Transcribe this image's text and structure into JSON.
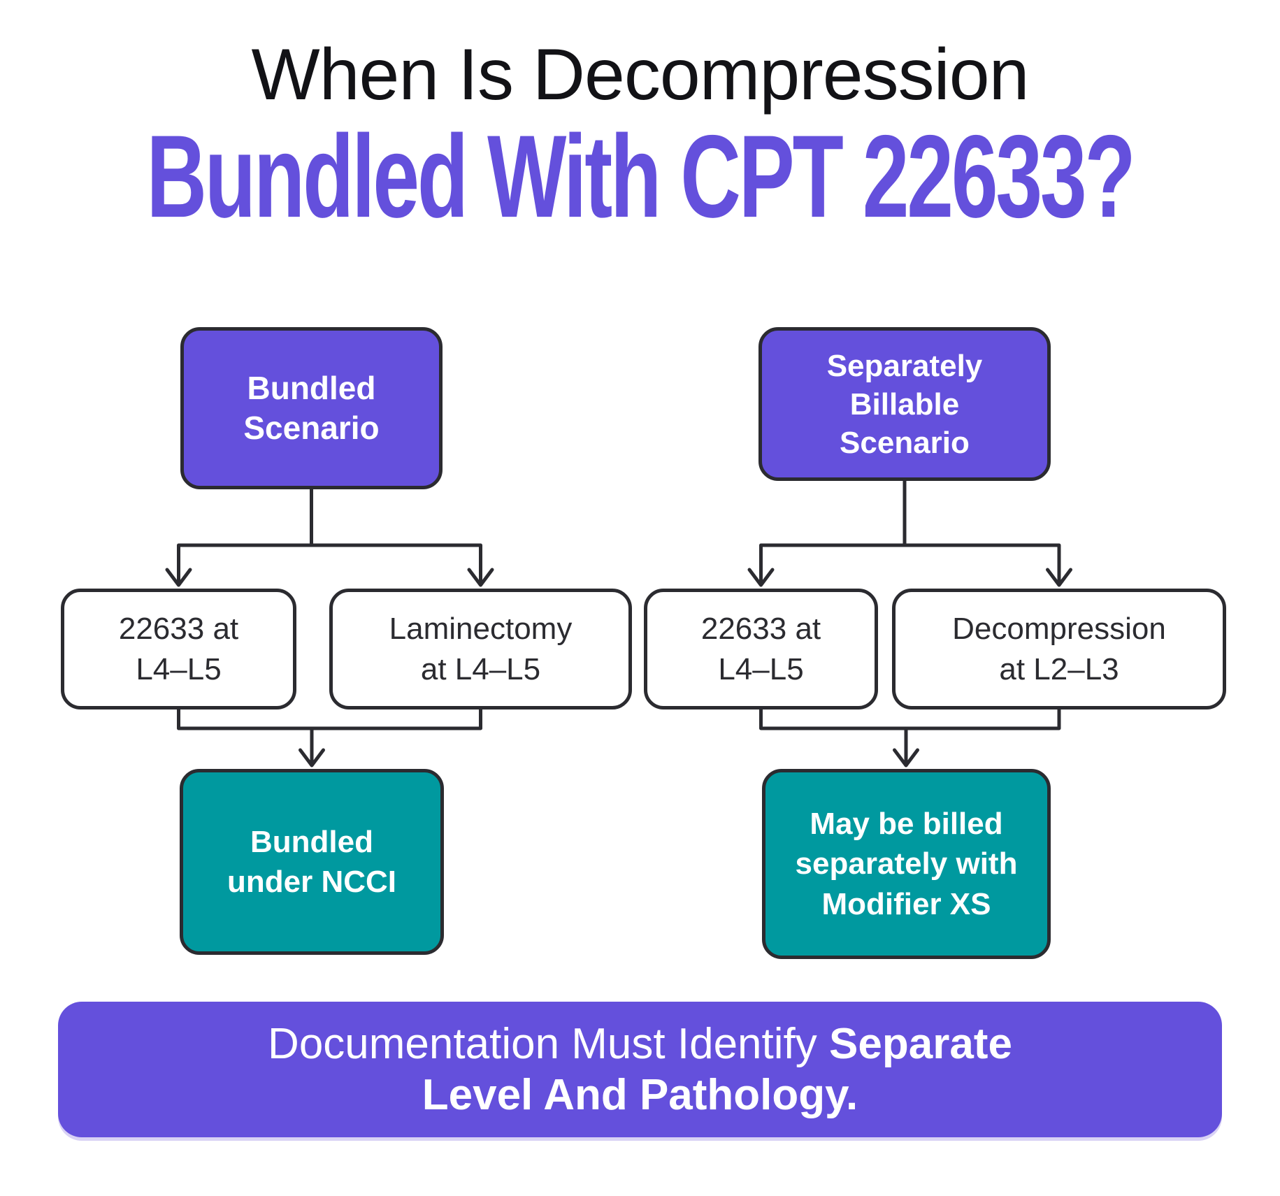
{
  "title": {
    "line1": "When Is Decompression",
    "line2": "Bundled With CPT 22633?"
  },
  "colors": {
    "accent_purple": "#6450DC",
    "accent_teal": "#00999F",
    "outline_dark": "#2B2B30",
    "text_dark": "#2B2B30",
    "background": "#FFFFFF"
  },
  "diagram": {
    "left": {
      "root": "Bundled\nScenario",
      "child1": "22633 at\nL4–L5",
      "child2": "Laminectomy\nat L4–L5",
      "result": "Bundled\nunder NCCI"
    },
    "right": {
      "root": "Separately\nBillable\nScenario",
      "child1": "22633 at\nL4–L5",
      "child2": "Decompression\nat L2–L3",
      "result": "May be billed\nseparately with\nModifier XS"
    }
  },
  "banner": {
    "line1_regular": "Documentation Must Identify ",
    "line1_bold": "Separate",
    "line2_bold": "Level And Pathology."
  }
}
